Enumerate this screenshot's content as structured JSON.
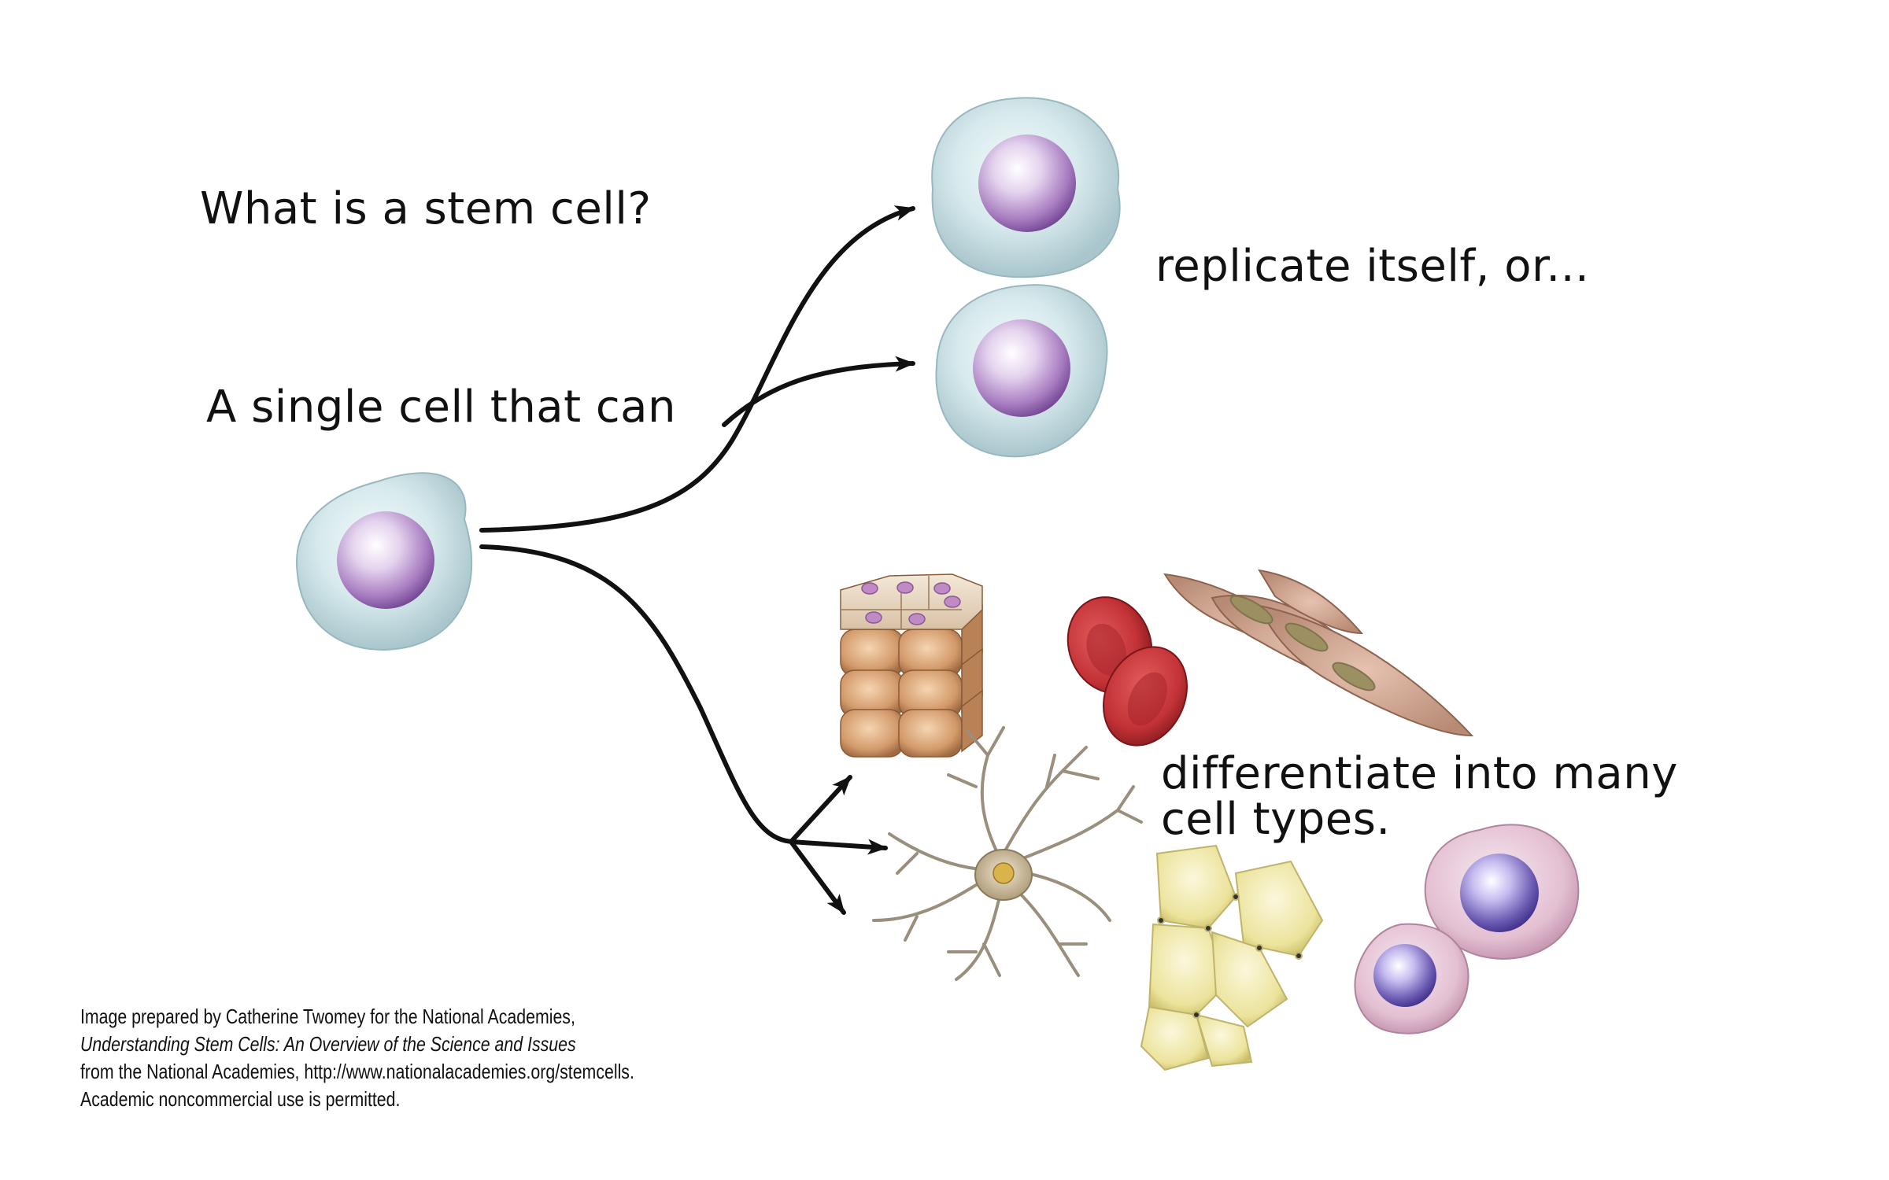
{
  "title": "What is a stem cell?",
  "intro": "A single cell that can",
  "outcome_replicate": "replicate itself, or...",
  "outcome_differentiate": [
    "differentiate into many",
    "cell types."
  ],
  "credit": [
    "Image prepared by Catherine Twomey for the National Academies,",
    "Understanding Stem Cells: An Overview of the Science and Issues",
    "from the National Academies, http://www.nationalacademies.org/stemcells.",
    "Academic noncommercial use is permitted."
  ],
  "colors": {
    "stem_cytoplasm": "#cfe4e8",
    "stem_nucleus": "#a27ab8",
    "epithelial": "#d9a274",
    "red_blood_cell": "#c8353a",
    "muscle": "#c89a86",
    "neuron": "#b8a488",
    "fat": "#efe9a8",
    "immune_cytoplasm": "#e6c4d6",
    "immune_nucleus": "#6a58a8"
  }
}
